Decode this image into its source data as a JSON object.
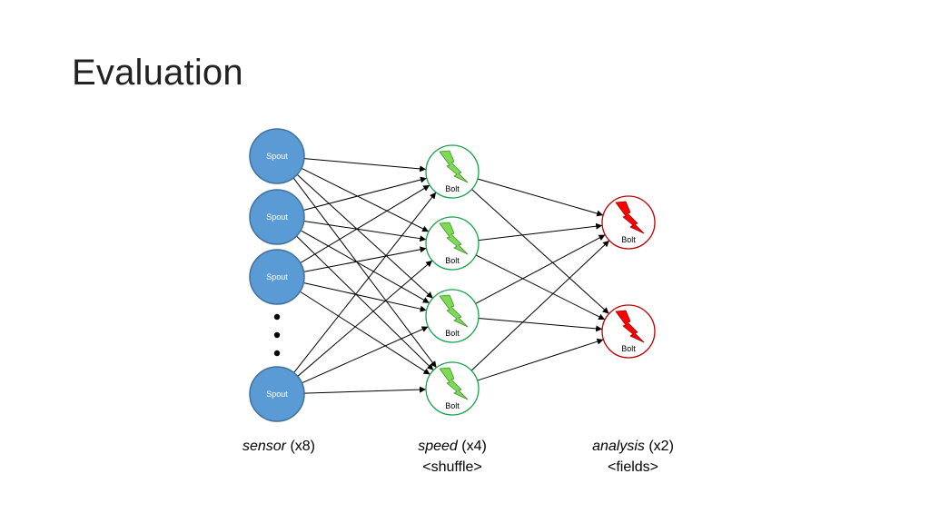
{
  "slide": {
    "title": "Evaluation"
  },
  "colors": {
    "spout_fill": "#5b9bd5",
    "spout_stroke": "#41719c",
    "speed_bolt_stroke": "#1aa34a",
    "speed_bolt_icon": "#7ed957",
    "analysis_bolt_stroke": "#c00000",
    "analysis_bolt_icon": "#ff0000",
    "edge": "#000000"
  },
  "layers": {
    "sensor": {
      "name": "sensor",
      "count": "(x8)",
      "grouping": "",
      "node_label": "Spout",
      "node_icon": "circle",
      "visible_nodes": 4,
      "ellipsis": true
    },
    "speed": {
      "name": "speed",
      "count": "(x4)",
      "grouping": "<shuffle>",
      "node_label": "Bolt",
      "node_icon": "lightning-bolt-icon",
      "visible_nodes": 4
    },
    "analysis": {
      "name": "analysis",
      "count": "(x2)",
      "grouping": "<fields>",
      "node_label": "Bolt",
      "node_icon": "lightning-bolt-icon",
      "visible_nodes": 2
    }
  },
  "connections": {
    "sensor_to_speed": "all-to-all",
    "speed_to_analysis": "all-to-all"
  }
}
